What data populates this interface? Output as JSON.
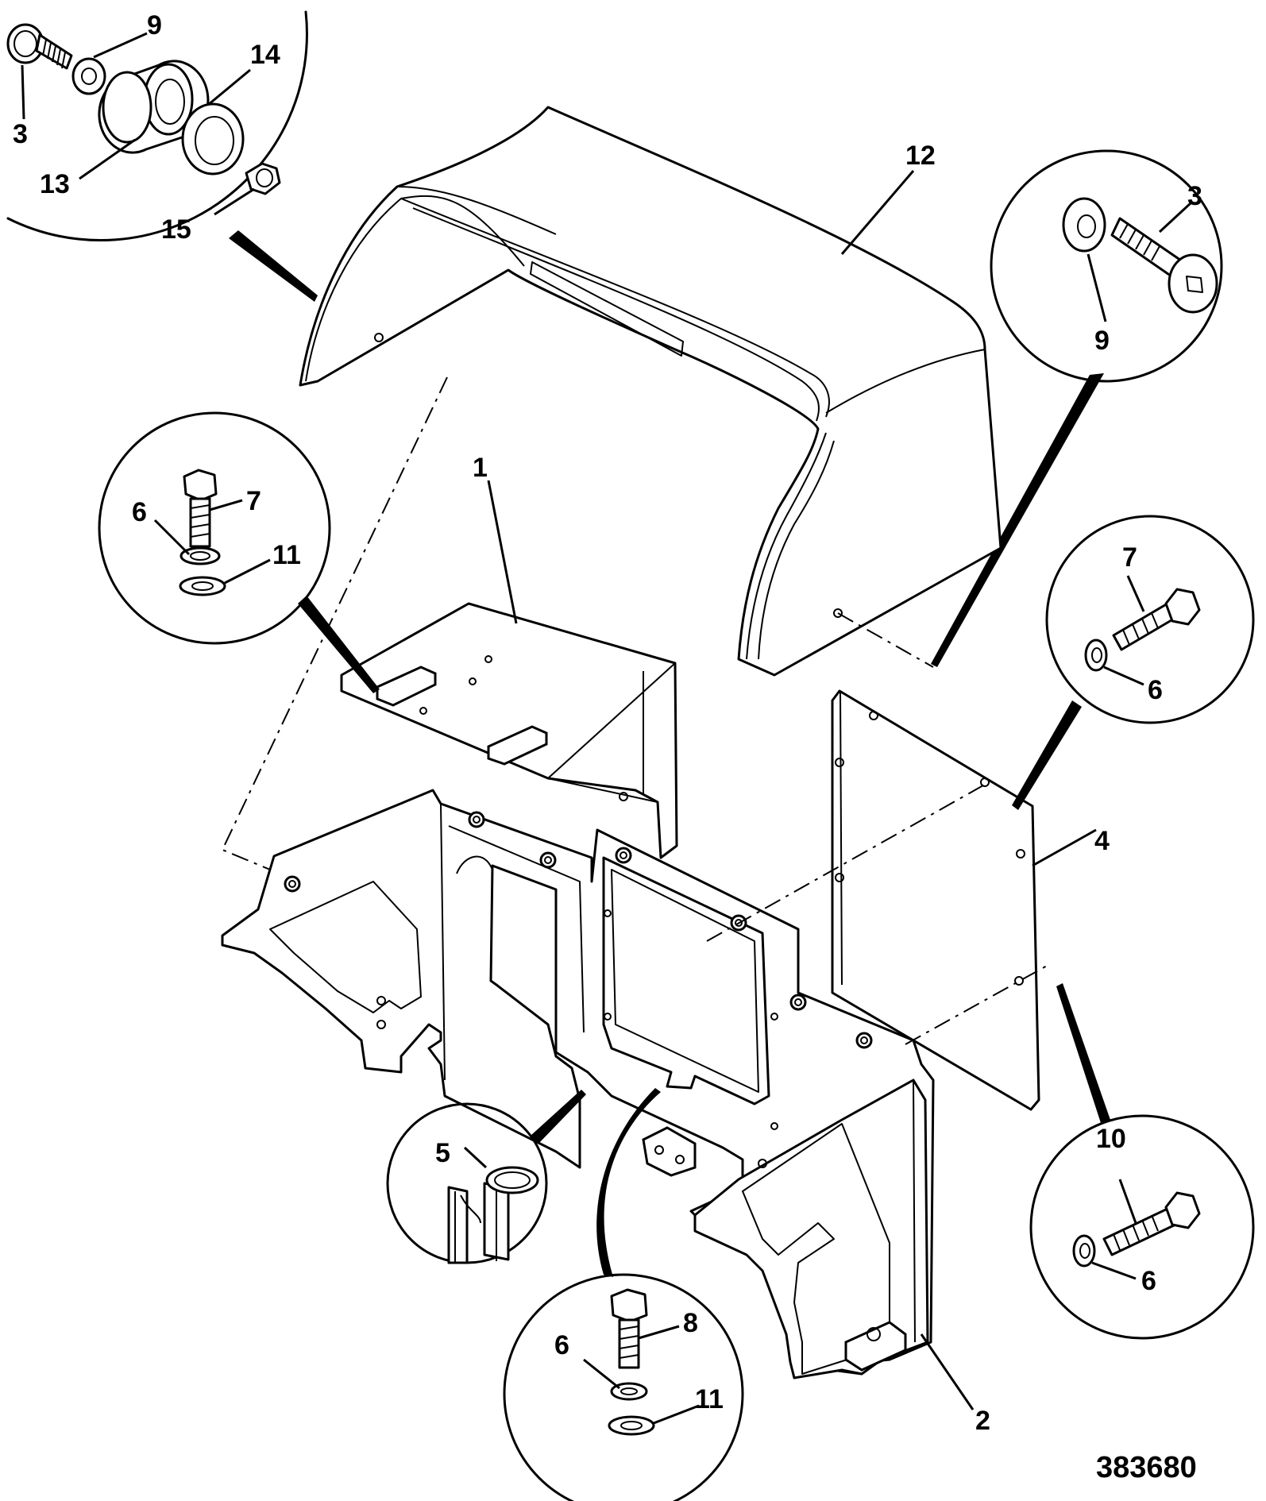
{
  "drawing_number": "383680",
  "callouts": {
    "c3_top_left": "3",
    "c9_top_left": "9",
    "c14": "14",
    "c13": "13",
    "c15": "15",
    "c12": "12",
    "c3_right": "3",
    "c9_right": "9",
    "c1": "1",
    "c6_left": "6",
    "c7_left": "7",
    "c11_left": "11",
    "c7_right": "7",
    "c6_right": "6",
    "c4": "4",
    "c5": "5",
    "c10": "10",
    "c6_lower_right": "6",
    "c8": "8",
    "c6_bottom": "6",
    "c11_bottom": "11",
    "c2": "2"
  }
}
